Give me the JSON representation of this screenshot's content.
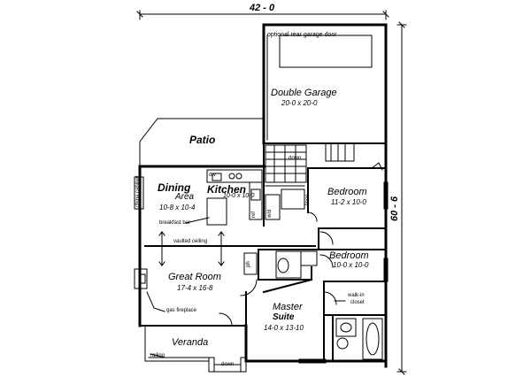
{
  "overall": {
    "width_dim": "42 - 0",
    "depth_dim": "60 - 6"
  },
  "rooms": {
    "garage": {
      "name": "Double Garage",
      "size": "20-0 x 20-0",
      "note": "optional rear garage door"
    },
    "patio": {
      "name": "Patio"
    },
    "dining": {
      "name": "Dining",
      "name2": "Area",
      "size": "10-8 x 10-4"
    },
    "kitchen": {
      "name": "Kitchen",
      "size": "10-0 x 10-0"
    },
    "bedroom1": {
      "name": "Bedroom",
      "size": "11-2 x 10-0"
    },
    "bedroom2": {
      "name": "Bedroom",
      "size": "10-0 x 10-0"
    },
    "great_room": {
      "name": "Great Room",
      "size": "17-4 x 16-8"
    },
    "master": {
      "name": "Master",
      "name2": "Suite",
      "size": "14-0 x 13-10"
    },
    "veranda": {
      "name": "Veranda"
    }
  },
  "annotations": {
    "down_stair": "down",
    "down_entry": "down",
    "breakfast_bar": "breakfast bar",
    "vaulted_ceiling": "vaulted ceiling",
    "gas_fireplace": "gas fireplace",
    "walk_in_closet_1": "walk-in",
    "walk_in_closet_2": "closet",
    "railing": "railing",
    "china_cabinet": "china cabinet",
    "dw": "dw",
    "ref": "ref",
    "wd": "w/d",
    "linen": "linen",
    "ph": "ph"
  }
}
